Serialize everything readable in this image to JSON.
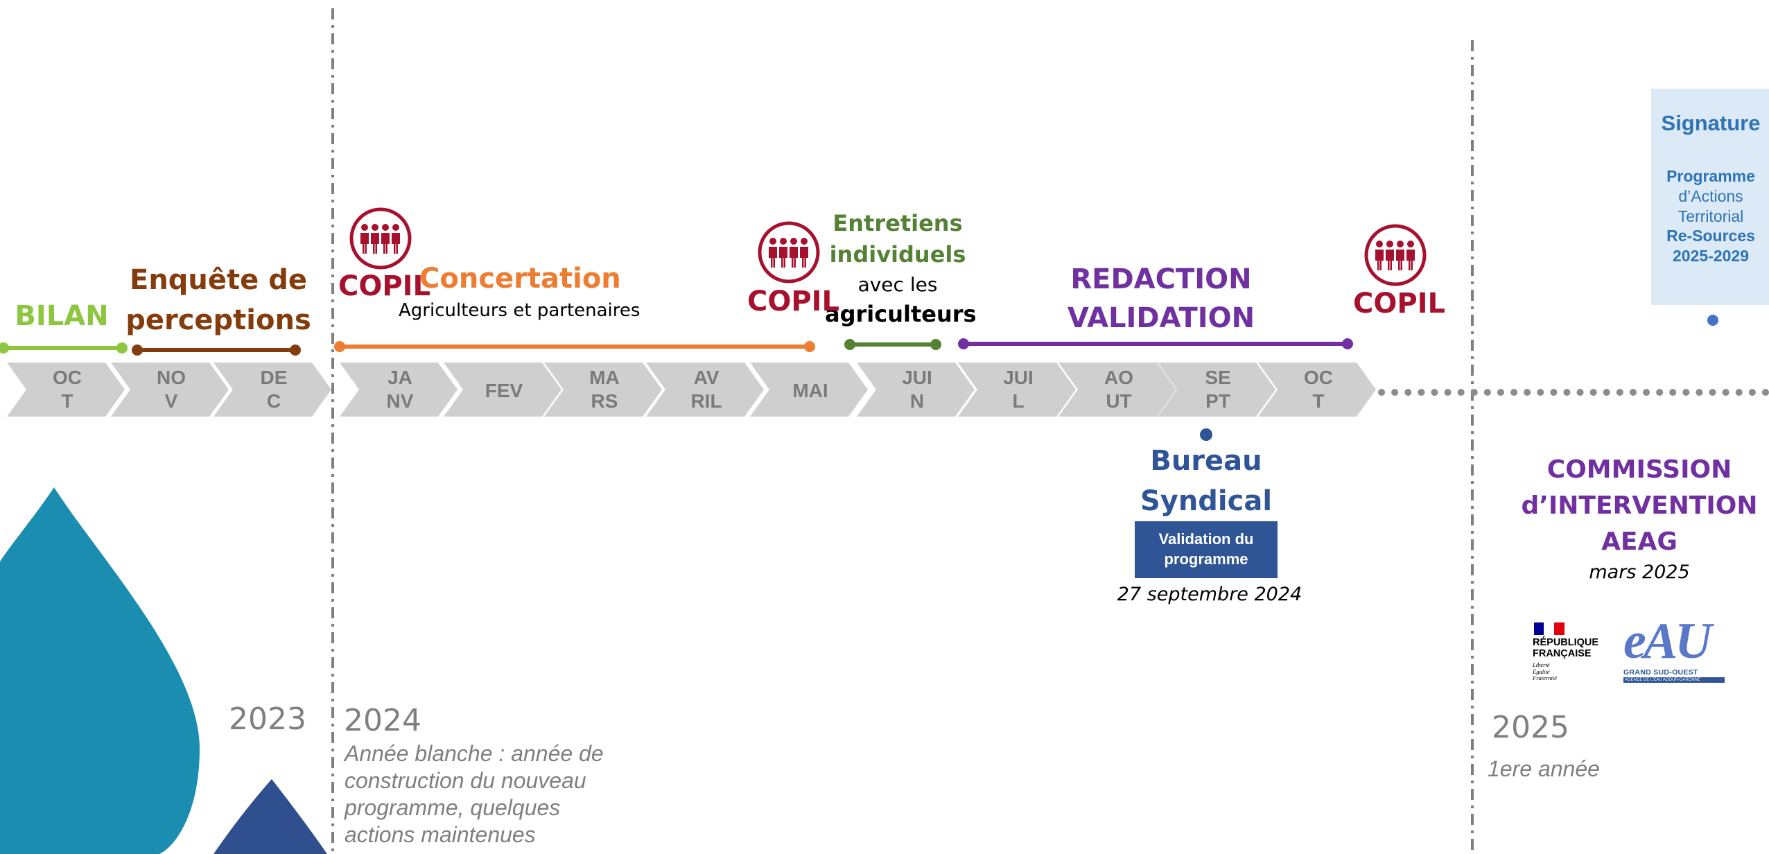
{
  "colors": {
    "bilan": "#8dc63f",
    "enquete": "#843c0c",
    "concertation": "#ed7d31",
    "entretiens": "#548235",
    "redaction": "#7030a0",
    "copil": "#a6112e",
    "bureau": "#2f5597",
    "commission": "#7030a0",
    "chevron": "#d0cfcf",
    "chevron_text": "#7a7a7a",
    "dots": "#8c8c8c",
    "year": "#808080",
    "drop_teal": "#1a8db0",
    "drop_navy": "#2f4f8f"
  },
  "months": [
    {
      "l1": "OC",
      "l2": "T"
    },
    {
      "l1": "NO",
      "l2": "V"
    },
    {
      "l1": "DE",
      "l2": "C"
    },
    {
      "l1": "JA",
      "l2": "NV"
    },
    {
      "l1": "FEV",
      "l2": ""
    },
    {
      "l1": "MA",
      "l2": "RS"
    },
    {
      "l1": "AV",
      "l2": "RIL"
    },
    {
      "l1": "MAI",
      "l2": ""
    },
    {
      "l1": "JUI",
      "l2": "N"
    },
    {
      "l1": "JUI",
      "l2": "L"
    },
    {
      "l1": "AO",
      "l2": "UT"
    },
    {
      "l1": "SE",
      "l2": "PT"
    },
    {
      "l1": "OC",
      "l2": "T"
    }
  ],
  "phases": {
    "bilan": "BILAN",
    "enquete_l1": "Enquête de",
    "enquete_l2": "perceptions",
    "concertation": "Concertation",
    "concertation_sub": "Agriculteurs et partenaires",
    "entretiens_l1": "Entretiens",
    "entretiens_l2": "individuels",
    "entretiens_l3": "avec les",
    "entretiens_l4": "agriculteurs",
    "redaction_l1": "REDACTION",
    "redaction_l2": "VALIDATION"
  },
  "copil": {
    "label": "COPIL"
  },
  "bureau": {
    "l1": "Bureau",
    "l2": "Syndical",
    "box_l1": "Validation du",
    "box_l2": "programme",
    "date": "27 septembre 2024"
  },
  "signature": {
    "title": "Signature",
    "l1": "Programme",
    "l2": "d’Actions",
    "l3": "Territorial",
    "l4": "Re-Sources",
    "l5": "2025-2029"
  },
  "commission": {
    "l1": "COMMISSION",
    "l2": "d’INTERVENTION",
    "l3": "AEAG",
    "date": "mars 2025"
  },
  "years": {
    "y2023": "2023",
    "y2024": "2024",
    "note2024_l1": "Année blanche : année de",
    "note2024_l2": "construction du nouveau",
    "note2024_l3": "programme, quelques",
    "note2024_l4": "actions maintenues",
    "y2025": "2025",
    "note2025": "1ere année"
  },
  "logos": {
    "rf_l1": "RÉPUBLIQUE",
    "rf_l2": "FRANÇAISE",
    "rf_m1": "Liberté",
    "rf_m2": "Égalité",
    "rf_m3": "Fraternité",
    "eau_word": "eAU",
    "eau_l1": "GRAND SUD-OUEST",
    "eau_l2": "AGENCE DE L’EAU ADOUR-GARONNE"
  }
}
